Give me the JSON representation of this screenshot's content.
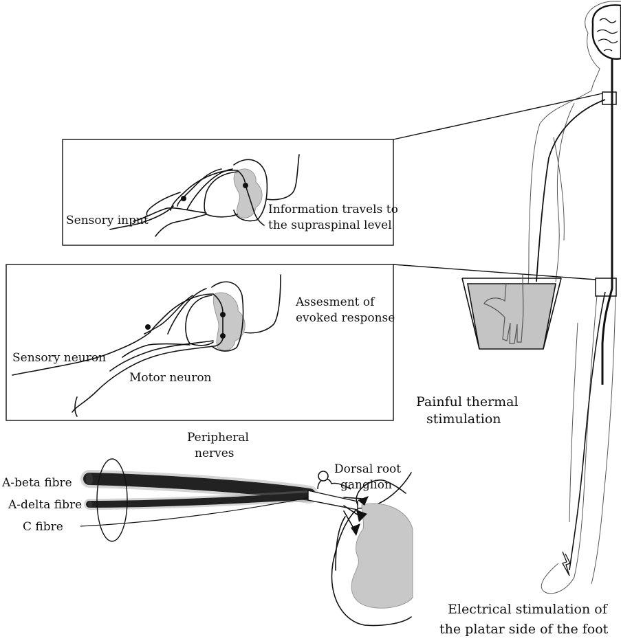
{
  "labels": {
    "sensory_input": "Sensory input",
    "info_line1": "Information travels to",
    "info_line2": "the supraspinal level",
    "assessment_line1": "Assesment of",
    "assessment_line2": "evoked response",
    "sensory_neuron": "Sensory neuron",
    "motor_neuron": "Motor neuron",
    "thermal_line1": "Painful thermal",
    "thermal_line2": "stimulation",
    "peripheral_line1": "Peripheral",
    "peripheral_line2": "nerves",
    "a_beta": "A-beta fibre",
    "a_delta": "A-delta fibre",
    "c_fibre": "C fibre",
    "drg_line1": "Dorsal root",
    "drg_line2": "ganglion",
    "electrical_line1": "Electrical stimulation of",
    "electrical_line2": "the platar side of the foot"
  },
  "colors": {
    "line": "#111111",
    "grey_matter": "#c8c8c8",
    "water": "#c4c4c4",
    "fibre": "#333333"
  }
}
